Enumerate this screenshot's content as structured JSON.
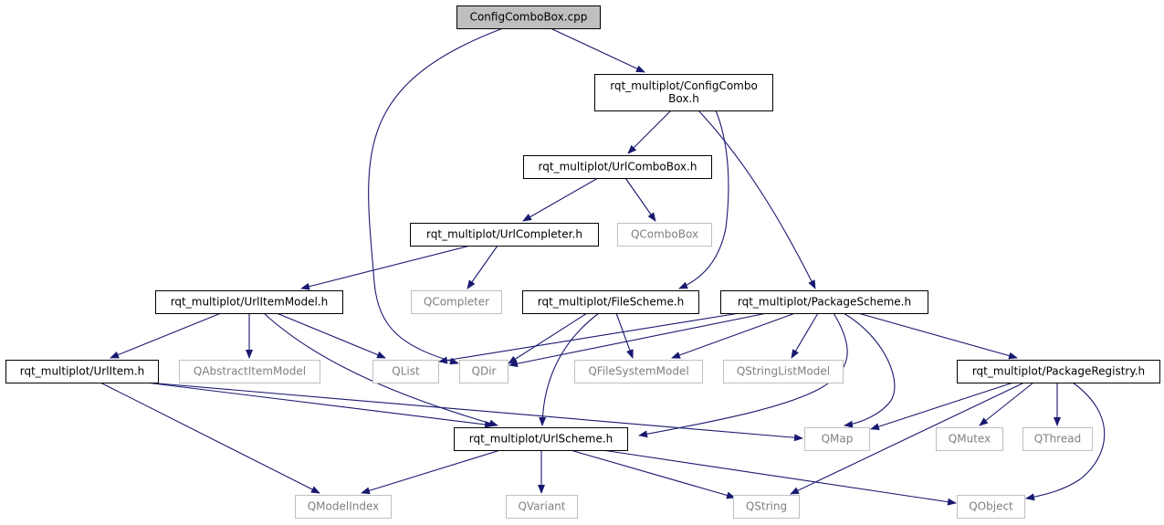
{
  "colors": {
    "background": "#ffffff",
    "root_fill": "#bfbfbf",
    "node_border": "#000000",
    "external_border": "#bfbfbf",
    "label_dark": "#000000",
    "label_light": "#808080",
    "edge": "#191970"
  },
  "nodes": [
    {
      "id": "n_cfg_cpp",
      "lines": [
        "ConfigComboBox.cpp"
      ],
      "style": "root"
    },
    {
      "id": "n_cfg_h",
      "lines": [
        "rqt_multiplot/ConfigCombo",
        "Box.h"
      ],
      "style": "file"
    },
    {
      "id": "n_urlcombo",
      "lines": [
        "rqt_multiplot/UrlComboBox.h"
      ],
      "style": "file"
    },
    {
      "id": "n_completer",
      "lines": [
        "rqt_multiplot/UrlCompleter.h"
      ],
      "style": "file"
    },
    {
      "id": "n_qcombobox",
      "lines": [
        "QComboBox"
      ],
      "style": "external"
    },
    {
      "id": "n_itemmodel",
      "lines": [
        "rqt_multiplot/UrlItemModel.h"
      ],
      "style": "file"
    },
    {
      "id": "n_qcompleter",
      "lines": [
        "QCompleter"
      ],
      "style": "external"
    },
    {
      "id": "n_filescheme",
      "lines": [
        "rqt_multiplot/FileScheme.h"
      ],
      "style": "file"
    },
    {
      "id": "n_pkgscheme",
      "lines": [
        "rqt_multiplot/PackageScheme.h"
      ],
      "style": "file"
    },
    {
      "id": "n_urlitem",
      "lines": [
        "rqt_multiplot/UrlItem.h"
      ],
      "style": "file"
    },
    {
      "id": "n_qabstract",
      "lines": [
        "QAbstractItemModel"
      ],
      "style": "external"
    },
    {
      "id": "n_qlist",
      "lines": [
        "QList"
      ],
      "style": "external"
    },
    {
      "id": "n_qdir",
      "lines": [
        "QDir"
      ],
      "style": "external"
    },
    {
      "id": "n_qfsmodel",
      "lines": [
        "QFileSystemModel"
      ],
      "style": "external"
    },
    {
      "id": "n_qslmodel",
      "lines": [
        "QStringListModel"
      ],
      "style": "external"
    },
    {
      "id": "n_pkgreg",
      "lines": [
        "rqt_multiplot/PackageRegistry.h"
      ],
      "style": "file"
    },
    {
      "id": "n_urlscheme",
      "lines": [
        "rqt_multiplot/UrlScheme.h"
      ],
      "style": "file"
    },
    {
      "id": "n_qmap",
      "lines": [
        "QMap"
      ],
      "style": "external"
    },
    {
      "id": "n_qmutex",
      "lines": [
        "QMutex"
      ],
      "style": "external"
    },
    {
      "id": "n_qthread",
      "lines": [
        "QThread"
      ],
      "style": "external"
    },
    {
      "id": "n_qmodelindex",
      "lines": [
        "QModelIndex"
      ],
      "style": "external"
    },
    {
      "id": "n_qvariant",
      "lines": [
        "QVariant"
      ],
      "style": "external"
    },
    {
      "id": "n_qstring",
      "lines": [
        "QString"
      ],
      "style": "external"
    },
    {
      "id": "n_qobject",
      "lines": [
        "QObject"
      ],
      "style": "external"
    }
  ],
  "edges": [
    {
      "from": "n_cfg_cpp",
      "to": "n_cfg_h"
    },
    {
      "from": "n_cfg_cpp",
      "to": "n_qdir"
    },
    {
      "from": "n_cfg_h",
      "to": "n_urlcombo"
    },
    {
      "from": "n_cfg_h",
      "to": "n_filescheme"
    },
    {
      "from": "n_cfg_h",
      "to": "n_pkgscheme"
    },
    {
      "from": "n_urlcombo",
      "to": "n_completer"
    },
    {
      "from": "n_urlcombo",
      "to": "n_qcombobox"
    },
    {
      "from": "n_completer",
      "to": "n_itemmodel"
    },
    {
      "from": "n_completer",
      "to": "n_qcompleter"
    },
    {
      "from": "n_itemmodel",
      "to": "n_urlitem"
    },
    {
      "from": "n_itemmodel",
      "to": "n_qabstract"
    },
    {
      "from": "n_itemmodel",
      "to": "n_qlist"
    },
    {
      "from": "n_itemmodel",
      "to": "n_urlscheme"
    },
    {
      "from": "n_filescheme",
      "to": "n_qdir"
    },
    {
      "from": "n_filescheme",
      "to": "n_qfsmodel"
    },
    {
      "from": "n_filescheme",
      "to": "n_urlscheme"
    },
    {
      "from": "n_pkgscheme",
      "to": "n_qlist"
    },
    {
      "from": "n_pkgscheme",
      "to": "n_qdir"
    },
    {
      "from": "n_pkgscheme",
      "to": "n_qfsmodel"
    },
    {
      "from": "n_pkgscheme",
      "to": "n_qslmodel"
    },
    {
      "from": "n_pkgscheme",
      "to": "n_pkgreg"
    },
    {
      "from": "n_pkgscheme",
      "to": "n_qmap"
    },
    {
      "from": "n_pkgscheme",
      "to": "n_urlscheme"
    },
    {
      "from": "n_urlitem",
      "to": "n_qmap"
    },
    {
      "from": "n_urlitem",
      "to": "n_urlscheme"
    },
    {
      "from": "n_urlitem",
      "to": "n_qmodelindex"
    },
    {
      "from": "n_pkgreg",
      "to": "n_qmap"
    },
    {
      "from": "n_pkgreg",
      "to": "n_qmutex"
    },
    {
      "from": "n_pkgreg",
      "to": "n_qthread"
    },
    {
      "from": "n_pkgreg",
      "to": "n_qstring"
    },
    {
      "from": "n_pkgreg",
      "to": "n_qobject"
    },
    {
      "from": "n_urlscheme",
      "to": "n_qmodelindex"
    },
    {
      "from": "n_urlscheme",
      "to": "n_qvariant"
    },
    {
      "from": "n_urlscheme",
      "to": "n_qstring"
    },
    {
      "from": "n_urlscheme",
      "to": "n_qobject"
    }
  ]
}
